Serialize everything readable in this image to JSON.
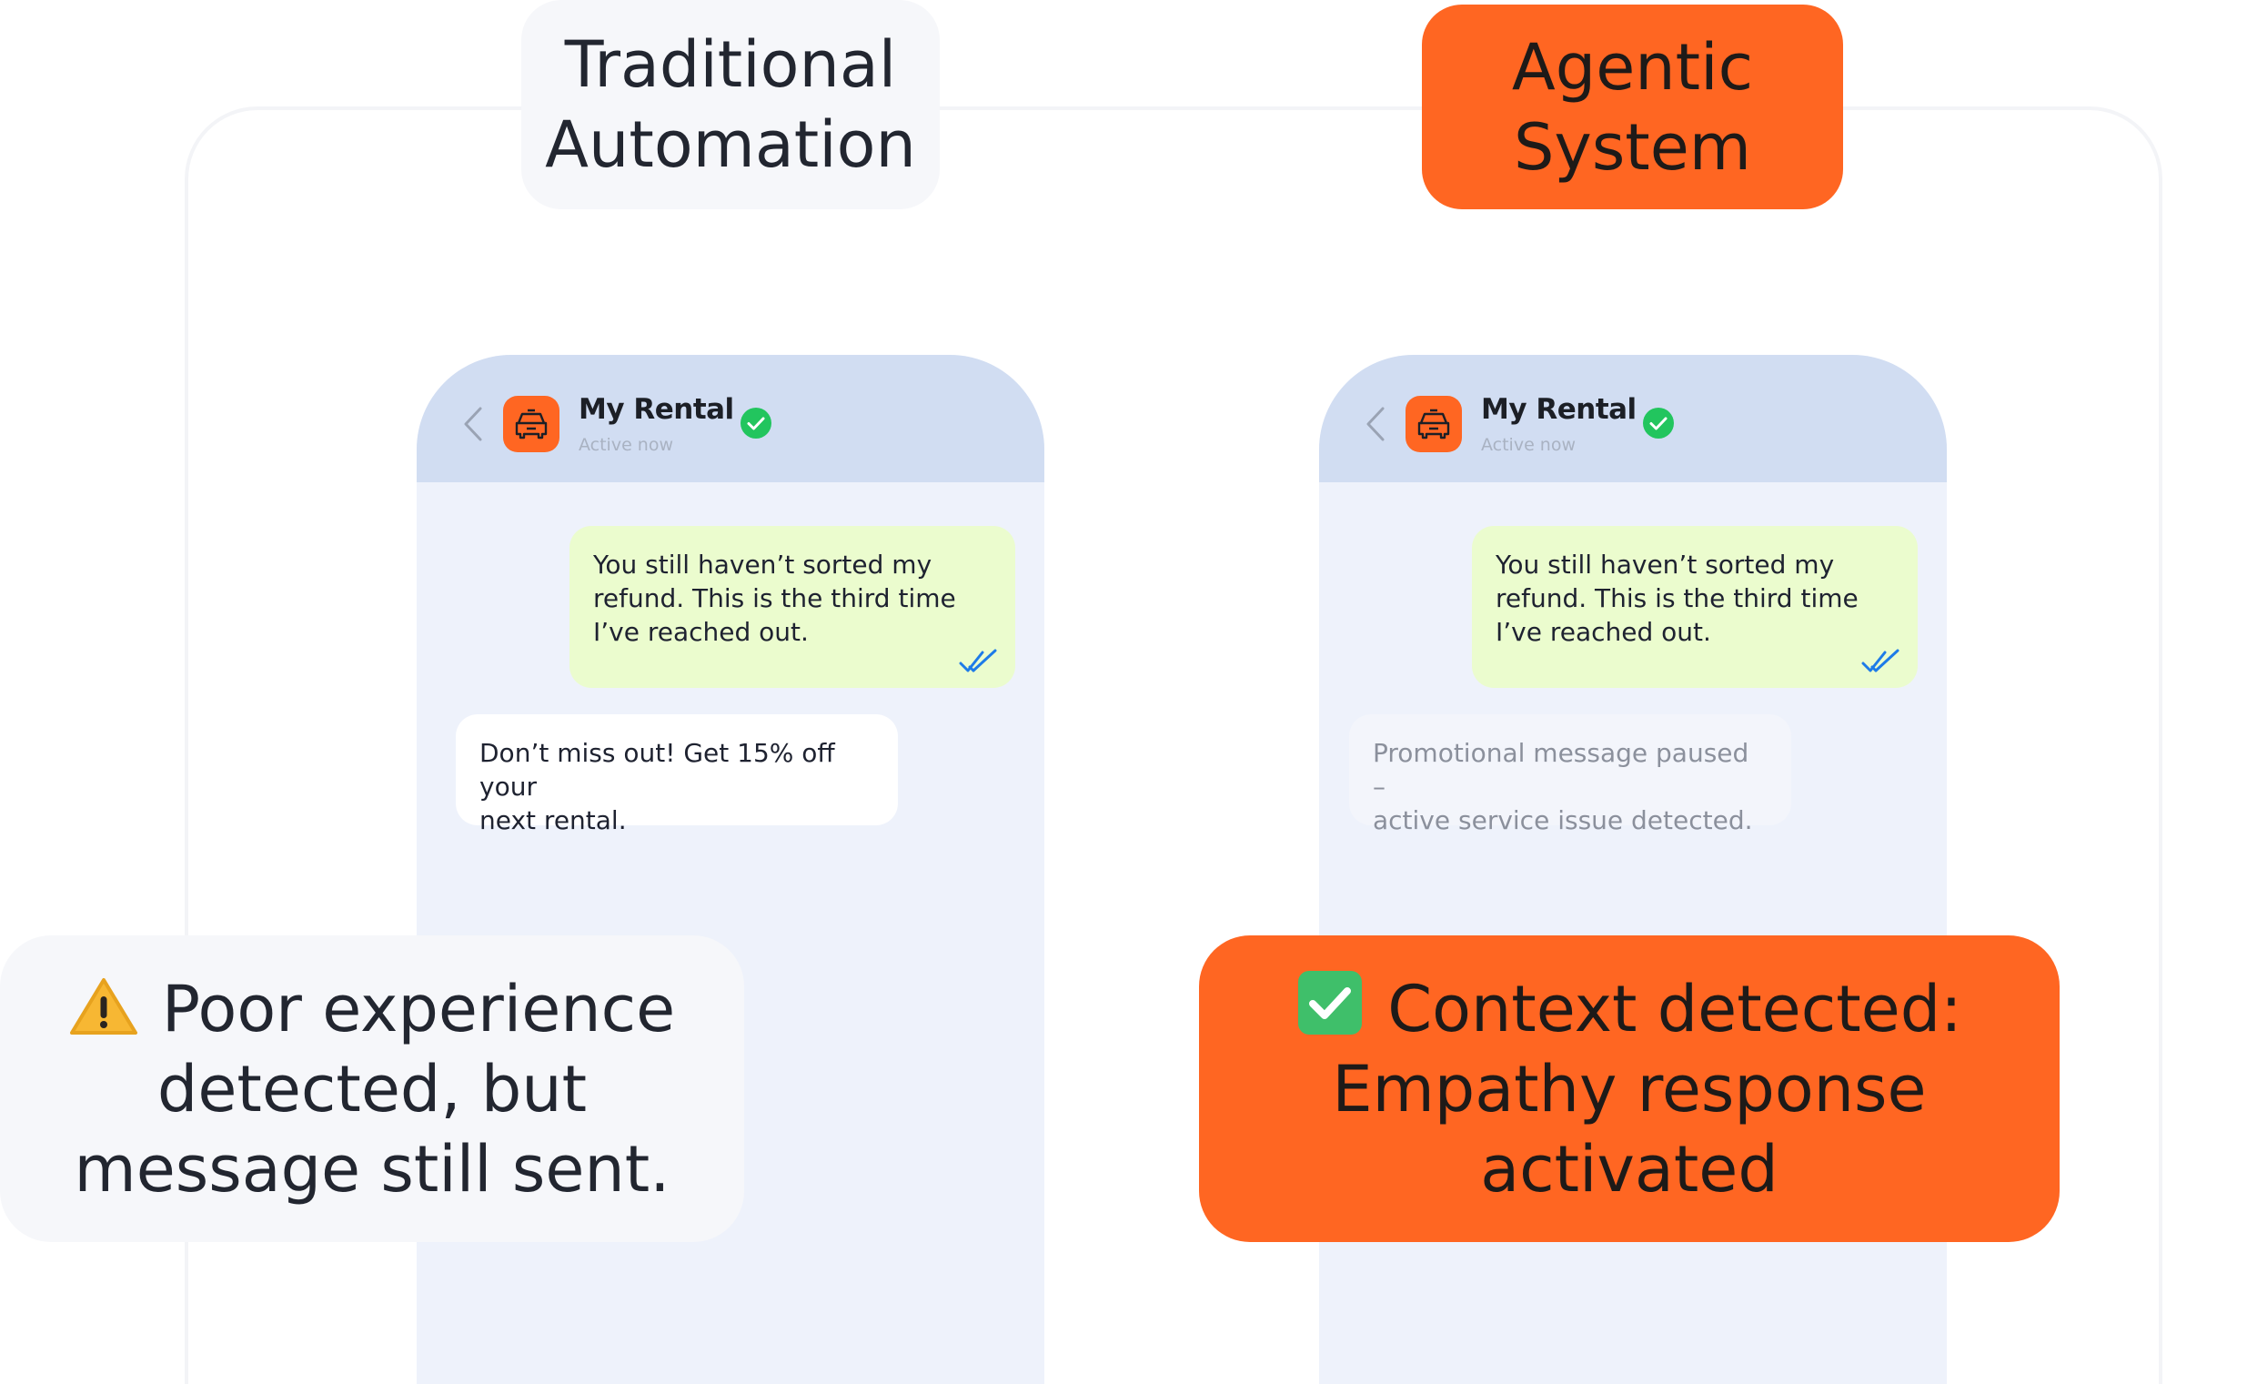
{
  "labels": {
    "traditional": [
      "Traditional",
      "Automation"
    ],
    "agentic": [
      "Agentic",
      "System"
    ]
  },
  "chat": {
    "app_name": "My Rental",
    "status": "Active now",
    "user_message": [
      "You still haven’t sorted my",
      "refund. This is the third time",
      "I’ve reached out."
    ],
    "promo_message": [
      "Don’t miss out! Get 15% off your",
      "next rental."
    ],
    "paused_message": [
      "Promotional message paused –",
      "active service issue detected."
    ]
  },
  "callouts": {
    "poor": [
      "Poor experience",
      "detected, but",
      "message still sent."
    ],
    "context": [
      "Context detected:",
      "Empathy response",
      "activated"
    ]
  },
  "colors": {
    "accent": "#ff6622",
    "header": "#d1ddf2",
    "phone": "#eef2fb",
    "user_bubble": "#ebfcce",
    "verified": "#22c55e",
    "read_receipt": "#1e7be8"
  },
  "icons": {
    "back": "chevron-left-icon",
    "app": "car-icon",
    "verified": "check-circle-icon",
    "read": "double-check-icon",
    "warning": "warning-icon",
    "check": "check-box-icon"
  }
}
